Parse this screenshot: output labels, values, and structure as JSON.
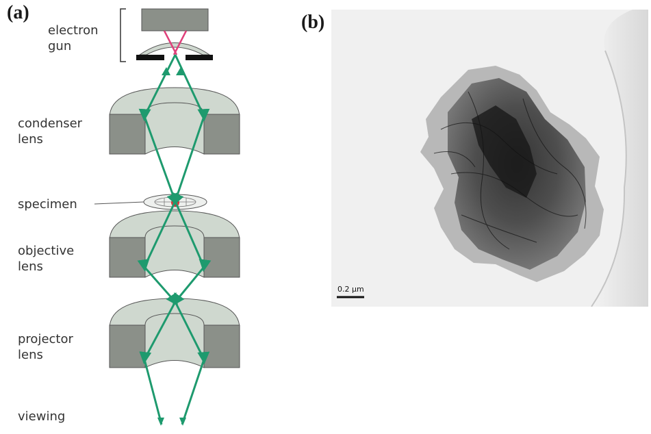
{
  "panel_a": {
    "letter": "(a)",
    "labels": {
      "electron": "electron",
      "gun": "gun",
      "condenser": "condenser",
      "condenser_lens": "lens",
      "specimen": "specimen",
      "objective": "objective",
      "objective_lens": "lens",
      "projector": "projector",
      "projector_lens": "lens",
      "viewing": "viewing"
    },
    "colors": {
      "lens_body": "#8b9089",
      "lens_face": "#cfd8cf",
      "beam": "#1e9a6e",
      "gun_beam": "#e0407a",
      "specimen_dot": "#cc2222"
    }
  },
  "panel_b": {
    "letter": "(b)",
    "scale_bar": "0.2 µm"
  }
}
